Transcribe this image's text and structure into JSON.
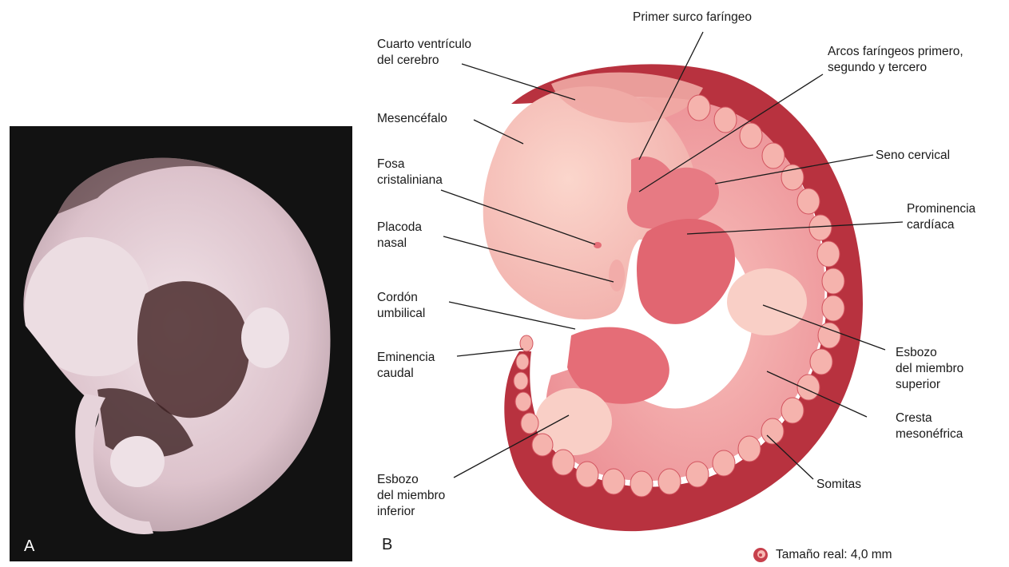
{
  "panels": {
    "a_letter": "A",
    "b_letter": "B"
  },
  "labels": {
    "cuarto_ventriculo": [
      "Cuarto ventrículo",
      "del cerebro"
    ],
    "mesencefalo": [
      "Mesencéfalo"
    ],
    "fosa_cristaliniana": [
      "Fosa",
      "cristaliniana"
    ],
    "placoda_nasal": [
      "Placoda",
      "nasal"
    ],
    "cordon_umbilical": [
      "Cordón",
      "umbilical"
    ],
    "eminencia_caudal": [
      "Eminencia",
      "caudal"
    ],
    "esbozo_miembro_inferior": [
      "Esbozo",
      "del miembro",
      "inferior"
    ],
    "primer_surco": [
      "Primer surco faríngeo"
    ],
    "arcos_faringeos": [
      "Arcos faríngeos primero,",
      "segundo y tercero"
    ],
    "seno_cervical": [
      "Seno cervical"
    ],
    "prominencia_cardiaca": [
      "Prominencia",
      "cardíaca"
    ],
    "esbozo_miembro_superior": [
      "Esbozo",
      "del miembro",
      "superior"
    ],
    "cresta_mesonefrica": [
      "Cresta",
      "mesonéfrica"
    ],
    "somitas": [
      "Somitas"
    ]
  },
  "scale_note": "Tamaño real: 4,0 mm",
  "colors": {
    "outline": "#b8323f",
    "body": "#f2a3a6",
    "head": "#f7c3ba",
    "dark": "#c7404c",
    "photo_bg": "#121212",
    "photo_embryo": "#e9d7dd"
  }
}
